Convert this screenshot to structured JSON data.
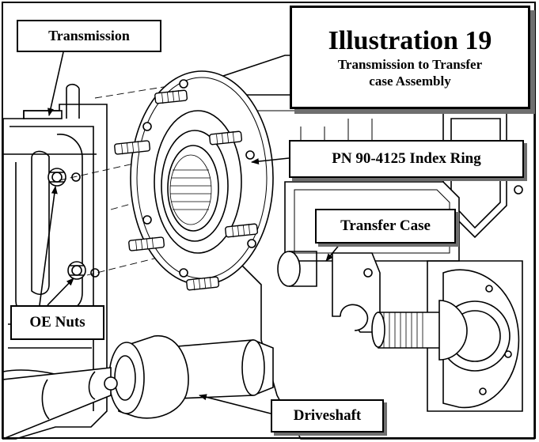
{
  "title": {
    "main": "Illustration 19",
    "subtitle_line1": "Transmission to Transfer",
    "subtitle_line2": "case Assembly"
  },
  "callouts": {
    "transmission": "Transmission",
    "index_ring": "PN 90-4125 Index Ring",
    "transfer_case": "Transfer Case",
    "oe_nuts": "OE Nuts",
    "driveshaft": "Driveshaft"
  },
  "colors": {
    "line": "#000000",
    "background": "#ffffff",
    "shadow": "#6f6f6f"
  }
}
